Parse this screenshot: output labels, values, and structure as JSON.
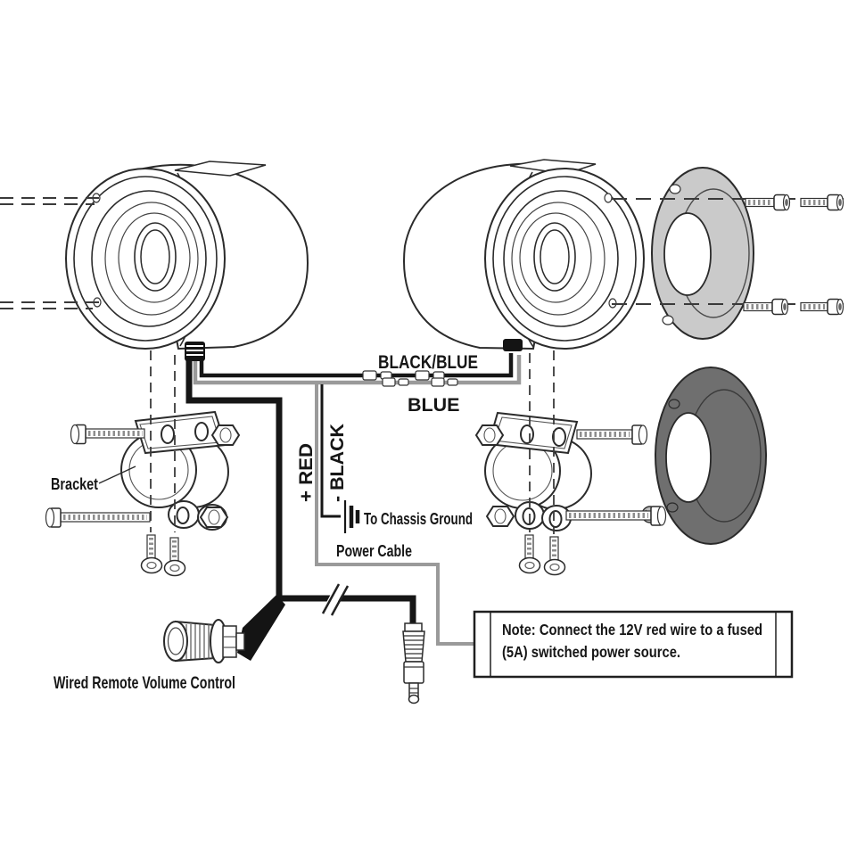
{
  "labels": {
    "black_blue_wire": "BLACK/BLUE",
    "blue_wire": "BLUE",
    "red_wire": "+ RED",
    "black_wire": "- BLACK",
    "chassis_ground": "To Chassis Ground",
    "power_cable": "Power Cable",
    "bracket": "Bracket",
    "volume_control": "Wired Remote Volume Control"
  },
  "note": {
    "line1": "Note: Connect the 12V red wire to a fused",
    "line2": "(5A) switched power source."
  },
  "colors": {
    "wire_black": "#161616",
    "wire_gray": "#9a9a9a",
    "grille_light": "#cacaca",
    "grille_dark": "#6f6f6f",
    "outline": "#2b2b2b"
  },
  "components": {
    "left_speaker": "bullet speaker (left)",
    "right_speaker": "bullet speaker (right)",
    "grille_light": "speaker grille ring (chrome)",
    "grille_dark": "speaker grille ring (black)",
    "bracket": "handlebar mounting bracket",
    "plug": "3.5mm audio plug",
    "volume_knob": "wired remote volume knob",
    "ground_symbol": "chassis ground symbol"
  }
}
